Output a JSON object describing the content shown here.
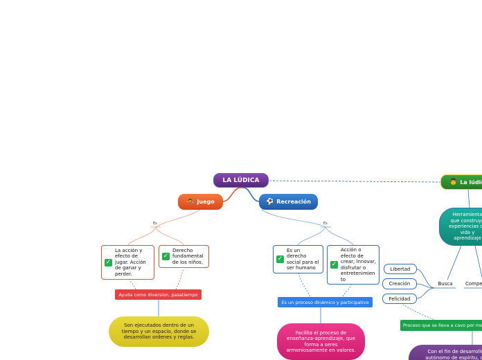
{
  "colors": {
    "root": "#6a2f8c",
    "juego": "#e8572a",
    "recreacion": "#2f6fbf",
    "ludica2": "#2e8b2e",
    "red": "#e84040",
    "blue": "#2f80ed",
    "yellow": "#e3cf2b",
    "pink": "#e1267e",
    "green": "#1aa34a",
    "teal": "#169c8c",
    "purple": "#6a3a88"
  },
  "root": {
    "label": "LA LÚDICA"
  },
  "juego": {
    "label": "Juego",
    "icon": "juggling-icon",
    "es": "Es",
    "items": [
      "La acción y efecto de jugar. Acción de ganar y perder.",
      "Derecho fundamental de los niños."
    ],
    "note": "Ayuda como diversion, pasatiempo",
    "detail": "Son ejecutados dentro de un tiempo y un espacio, donde se desarrollan ordenes y reglas."
  },
  "recreacion": {
    "label": "Recreación",
    "icon": "soccer-ball-icon",
    "es": "Es",
    "items": [
      "Es un derecho social para el ser humano",
      "Acción o efecto de crear, innovar, disfrutar o entretenimien to"
    ],
    "note": "Es un proceso dinámico y participativo",
    "detail": "Facilita el proceso de enseñanza-aprendizaje, que forma a seres armoniosamente en valores."
  },
  "ludica2": {
    "label": "La lúdica",
    "icon": "person-icon",
    "tool": "Herramienta que construye experiencias de vida y aprendizaje",
    "busca": "Busca",
    "comp": "Compe",
    "values": [
      "Libertad",
      "Creación",
      "Felicidad"
    ],
    "process": "Proceso que se lleva a cavo por me",
    "end": "Con el fin de desarrollo autónomo de espíritu, cu"
  }
}
